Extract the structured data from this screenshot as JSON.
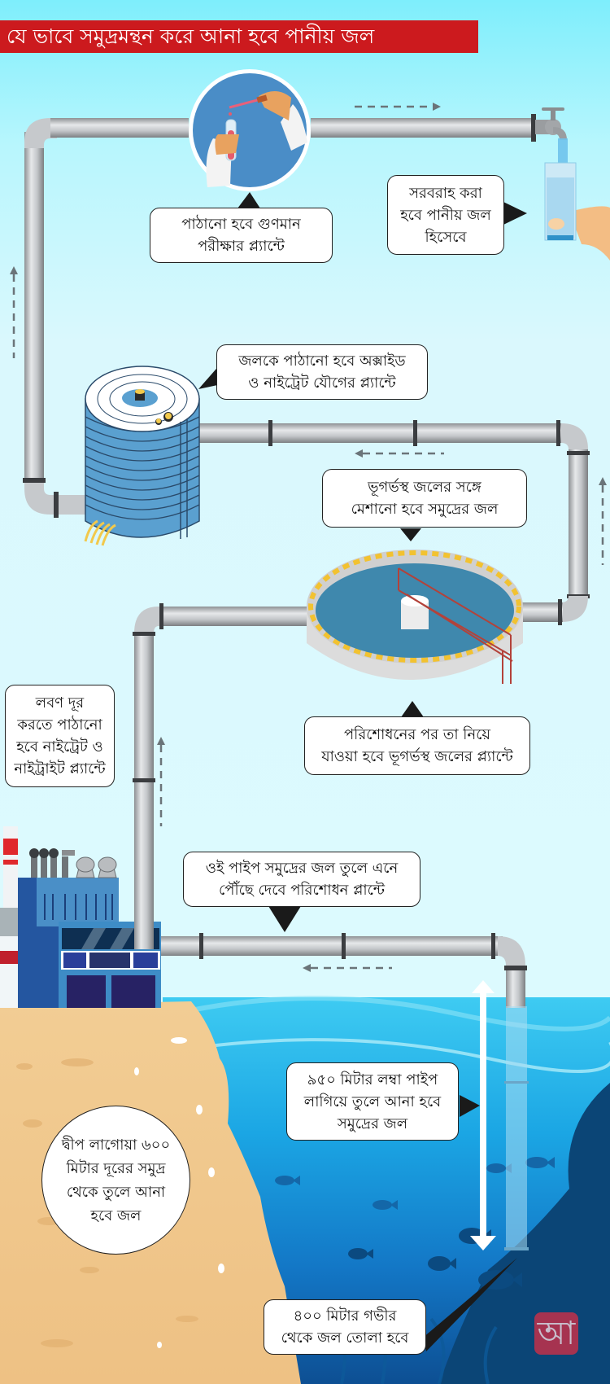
{
  "title": "যে ভাবে সমুদ্রমন্থন করে আনা হবে পানীয় জল",
  "colors": {
    "title_bg": "#cc1a1e",
    "sky_top": "#7eeefc",
    "sky_bottom": "#dcfafe",
    "pipe": "#b9bcbf",
    "tank_blue": "#5aa0d0",
    "sea": "#1b8fd6",
    "sand": "#f1c98e",
    "logo": "#c2314a"
  },
  "steps": [
    {
      "id": "sea-depth",
      "lines": [
        "৪০০ মিটার গভীর",
        "থেকে জল তোলা হবে"
      ]
    },
    {
      "id": "island-distance",
      "lines": [
        "দ্বীপ লাগোয়া ৬০০",
        "মিটার দূরের সমুদ্র",
        "থেকে তুলে আনা",
        "হবে জল"
      ]
    },
    {
      "id": "pipe-length",
      "lines": [
        "৯৫০ মিটার লম্বা পাইপ",
        "লাগিয়ে তুলে আনা হবে",
        "সমুদ্রের জল"
      ]
    },
    {
      "id": "pipe-to-treatment",
      "lines": [
        "ওই পাইপ সমুদ্রের জল তুলে এনে",
        "পৌঁছে দেবে পরিশোধন প্লান্টে"
      ]
    },
    {
      "id": "salt-removal",
      "lines": [
        "লবণ দূর",
        "করতে পাঠানো",
        "হবে নাইট্রেট ও",
        "নাইট্রাইট প্ল্যান্টে"
      ]
    },
    {
      "id": "after-treatment",
      "lines": [
        "পরিশোধনের পর তা নিয়ে",
        "যাওয়া হবে ভূগর্ভস্থ জলের প্ল্যান্টে"
      ]
    },
    {
      "id": "mix-groundwater",
      "lines": [
        "ভূগর্ভস্থ জলের সঙ্গে",
        "মেশানো হবে সমুদ্রের জল"
      ]
    },
    {
      "id": "oxide-nitrate",
      "lines": [
        "জলকে পাঠানো হবে অক্সাইড",
        "ও নাইট্রেট যৌগের প্ল্যান্টে"
      ]
    },
    {
      "id": "quality-test",
      "lines": [
        "পাঠানো হবে গুণমান",
        "পরীক্ষার প্ল্যান্টে"
      ]
    },
    {
      "id": "drinking-supply",
      "lines": [
        "সরবরাহ করা",
        "হবে পানীয় জল",
        "হিসেবে"
      ]
    }
  ],
  "icons": {
    "lab": "lab-test-icon",
    "tap": "water-tap-icon",
    "glass": "water-glass-icon",
    "tank": "storage-tank-icon",
    "clarifier": "treatment-pool-icon",
    "factory": "factory-icon",
    "fish": "fish-icon"
  },
  "logo": {
    "glyph": "আ"
  }
}
